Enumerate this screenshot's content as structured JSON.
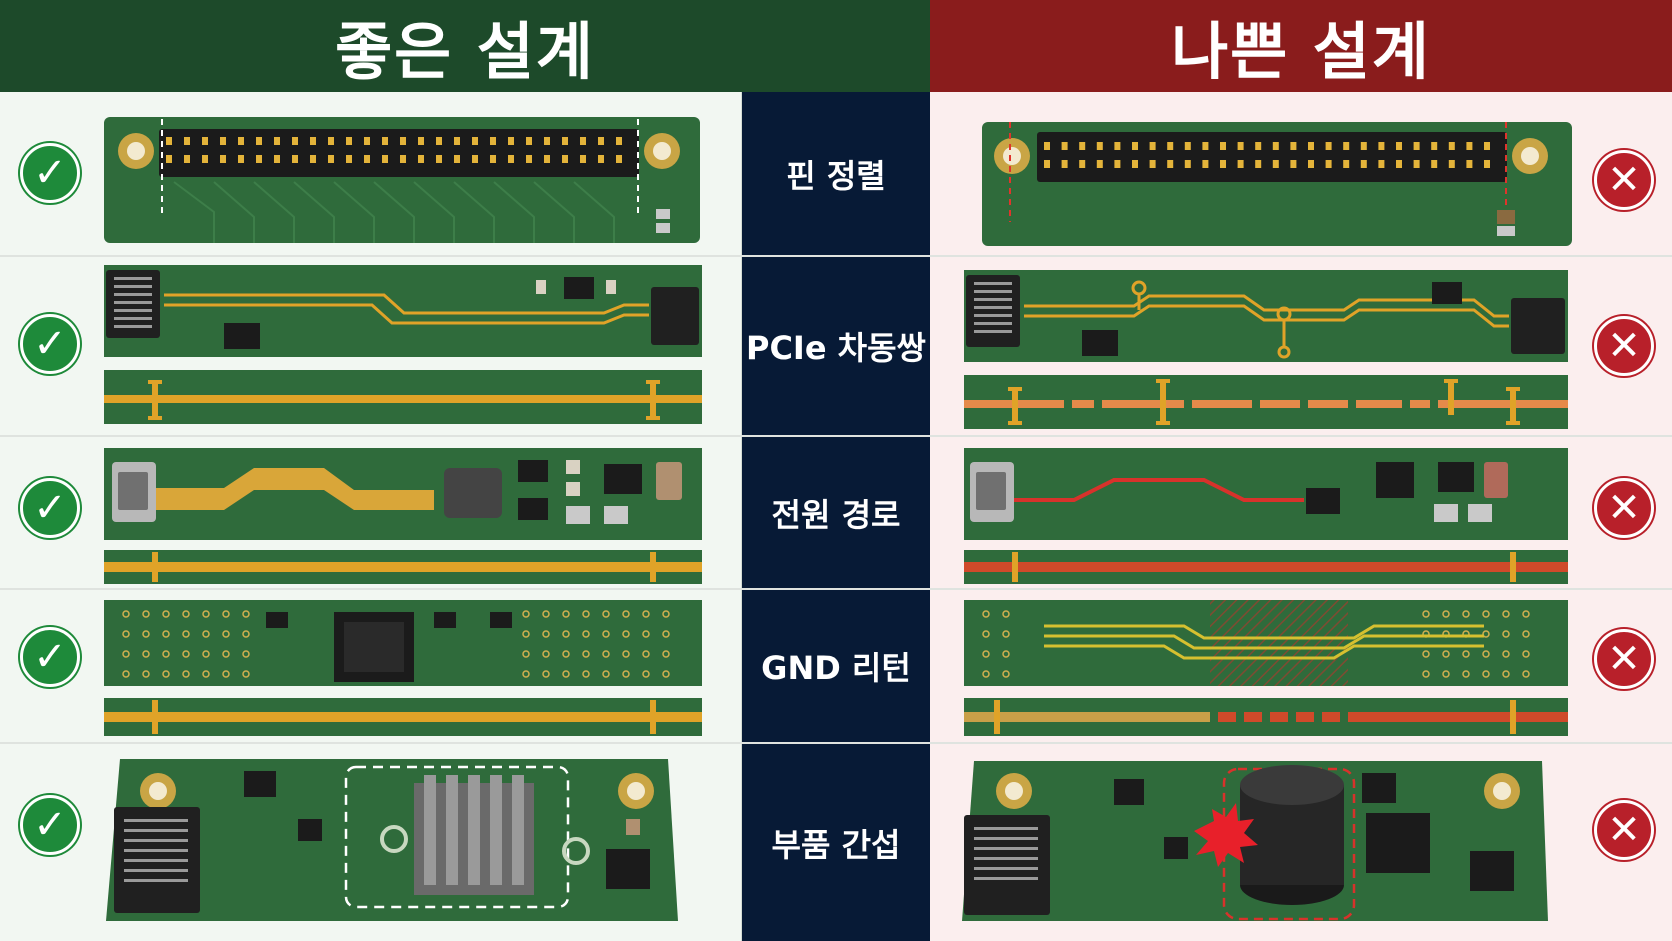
{
  "headers": {
    "good": "좋은 설계",
    "bad": "나쁜 설계"
  },
  "rows": [
    {
      "label": "핀 정렬"
    },
    {
      "label": "PCIe 차동쌍"
    },
    {
      "label": "전원 경로"
    },
    {
      "label": "GND 리턴"
    },
    {
      "label": "부품 간섭"
    }
  ],
  "icons": {
    "good": "checkmark-icon",
    "bad": "x-mark-icon",
    "good_symbol": "✓",
    "bad_symbol": "✕"
  },
  "colors": {
    "good_header": "#1d4a2a",
    "bad_header": "#8a1c1c",
    "center_bg": "#071a36",
    "pcb_green": "#2f6b3b",
    "good_trace": "#e0a328",
    "bad_trace": "#d8322b",
    "check": "#1e8a3a",
    "cross": "#b8202a"
  }
}
